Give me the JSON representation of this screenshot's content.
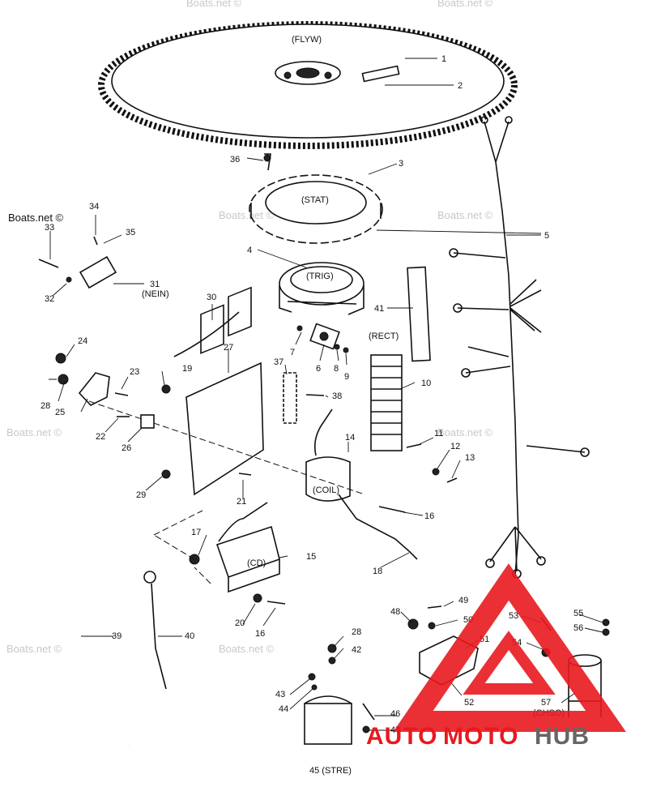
{
  "watermark": "Boats.net ©",
  "tags": {
    "flyw": "(FLYW)",
    "stat": "(STAT)",
    "trig": "(TRIG)",
    "rect": "(RECT)",
    "nein": "(NEIN)",
    "coil": "(COIL)",
    "cd": "(CD)",
    "chso": "(CHSO)",
    "stre": "45 (STRE)"
  },
  "callouts": [
    "1",
    "2",
    "3",
    "4",
    "5",
    "6",
    "7",
    "8",
    "9",
    "10",
    "11",
    "12",
    "13",
    "14",
    "15",
    "16",
    "16",
    "17",
    "18",
    "19",
    "20",
    "21",
    "22",
    "23",
    "24",
    "25",
    "26",
    "27",
    "28",
    "28",
    "29",
    "30",
    "31",
    "32",
    "33",
    "34",
    "35",
    "36",
    "37",
    "38",
    "39",
    "40",
    "41",
    "42",
    "43",
    "44",
    "46",
    "47",
    "48",
    "49",
    "50",
    "51",
    "52",
    "53",
    "54",
    "55",
    "56",
    "57"
  ],
  "logo": {
    "part1": "AUTO",
    "part2": "MOTO",
    "part3": "HUB",
    "color_red": "#e8191f",
    "color_gray": "#666666"
  }
}
